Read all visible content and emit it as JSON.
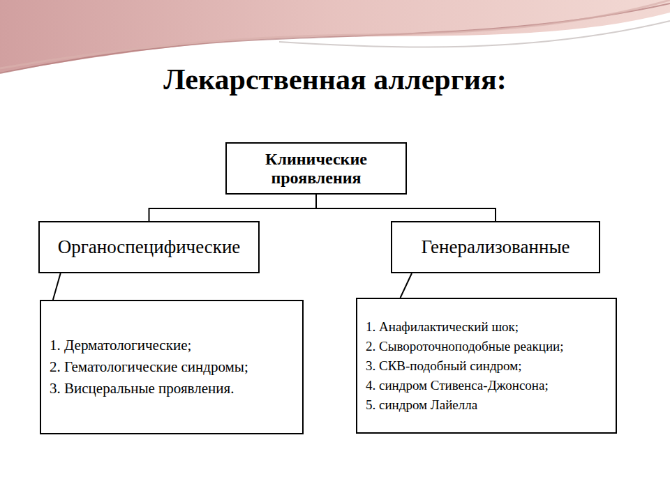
{
  "diagram": {
    "title": "Лекарственная аллергия:",
    "nodes": [
      {
        "text": [
          "Клинические проявления"
        ]
      },
      {
        "text": [
          "Органоспецифические"
        ]
      },
      {
        "text": [
          "Генерализованные"
        ]
      },
      {
        "text": [
          "1. Дерматологические;",
          "2. Гематологические синдромы;",
          "3. Висцеральные проявления."
        ]
      },
      {
        "text": [
          "1. Анафилактический шок;",
          "2. Сывороточноподобные реакции;",
          "3. СКВ-подобный синдром;",
          "4. синдром Стивенса-Джонсона;",
          "5. синдром Лайелла"
        ]
      }
    ],
    "edges": [
      {
        "from": 0,
        "to": 1,
        "arrow": "none"
      },
      {
        "from": 0,
        "to": 2,
        "arrow": "none"
      },
      {
        "from": 1,
        "to": 3,
        "arrow": "none"
      },
      {
        "from": 2,
        "to": 4,
        "arrow": "none"
      }
    ]
  }
}
